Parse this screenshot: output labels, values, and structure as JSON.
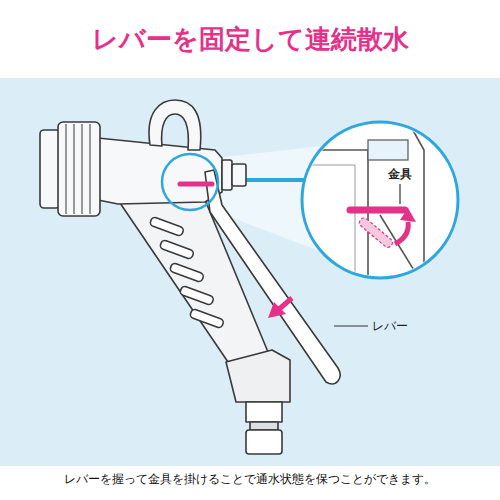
{
  "diagram": {
    "title": "レバーを固定して連続散水",
    "caption": "レバーを握って金具を掛けることで通水状態を保つことができます。",
    "labels": [
      "金具",
      "レバー"
    ]
  }
}
